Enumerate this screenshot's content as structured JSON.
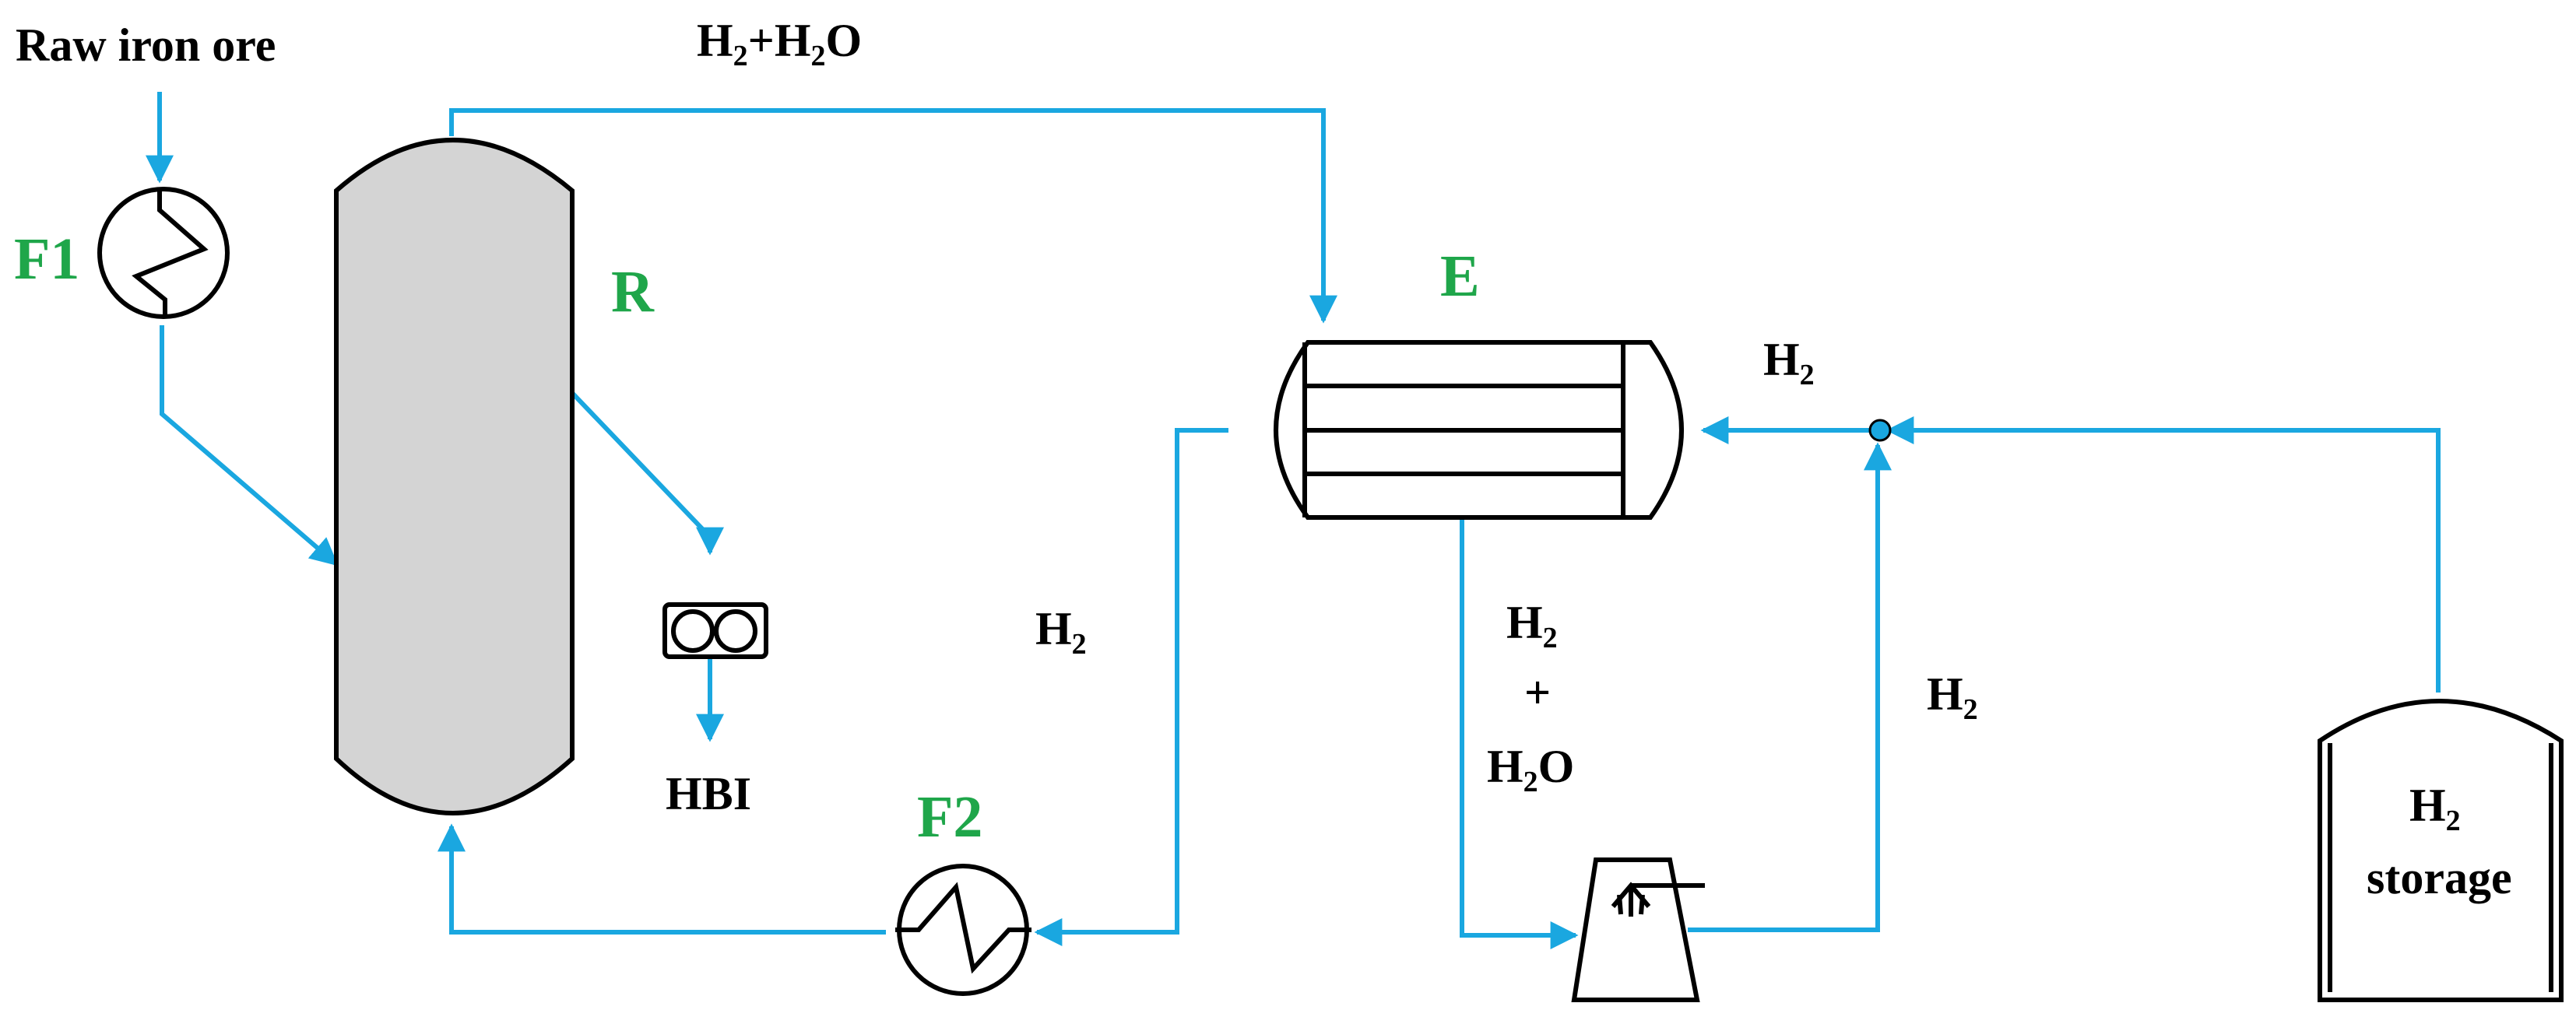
{
  "colors": {
    "flow": "#1aa7e0",
    "tag": "#1fa64a",
    "reactor_fill": "#d4d4d4"
  },
  "labels": {
    "raw_iron_ore": "Raw iron ore",
    "h2_h2o_top": {
      "a": "H",
      "sub": "2",
      "b": "+H",
      "sub2": "2",
      "c": "O"
    },
    "h2_to_exchanger": {
      "a": "H",
      "sub": "2"
    },
    "h2_recycle_left": {
      "a": "H",
      "sub": "2"
    },
    "h2_plus_h2o": {
      "line1": "H",
      "line1_sub": "2",
      "plus": "+",
      "line3": "H",
      "line3_sub": "2",
      "line3_end": "O"
    },
    "h2_compressor_out": {
      "a": "H",
      "sub": "2"
    },
    "hbi": "HBI",
    "storage": {
      "line1": "H",
      "line1_sub": "2",
      "line2": "storage"
    }
  },
  "tags": {
    "f1": "F1",
    "r": "R",
    "e": "E",
    "f2": "F2"
  }
}
